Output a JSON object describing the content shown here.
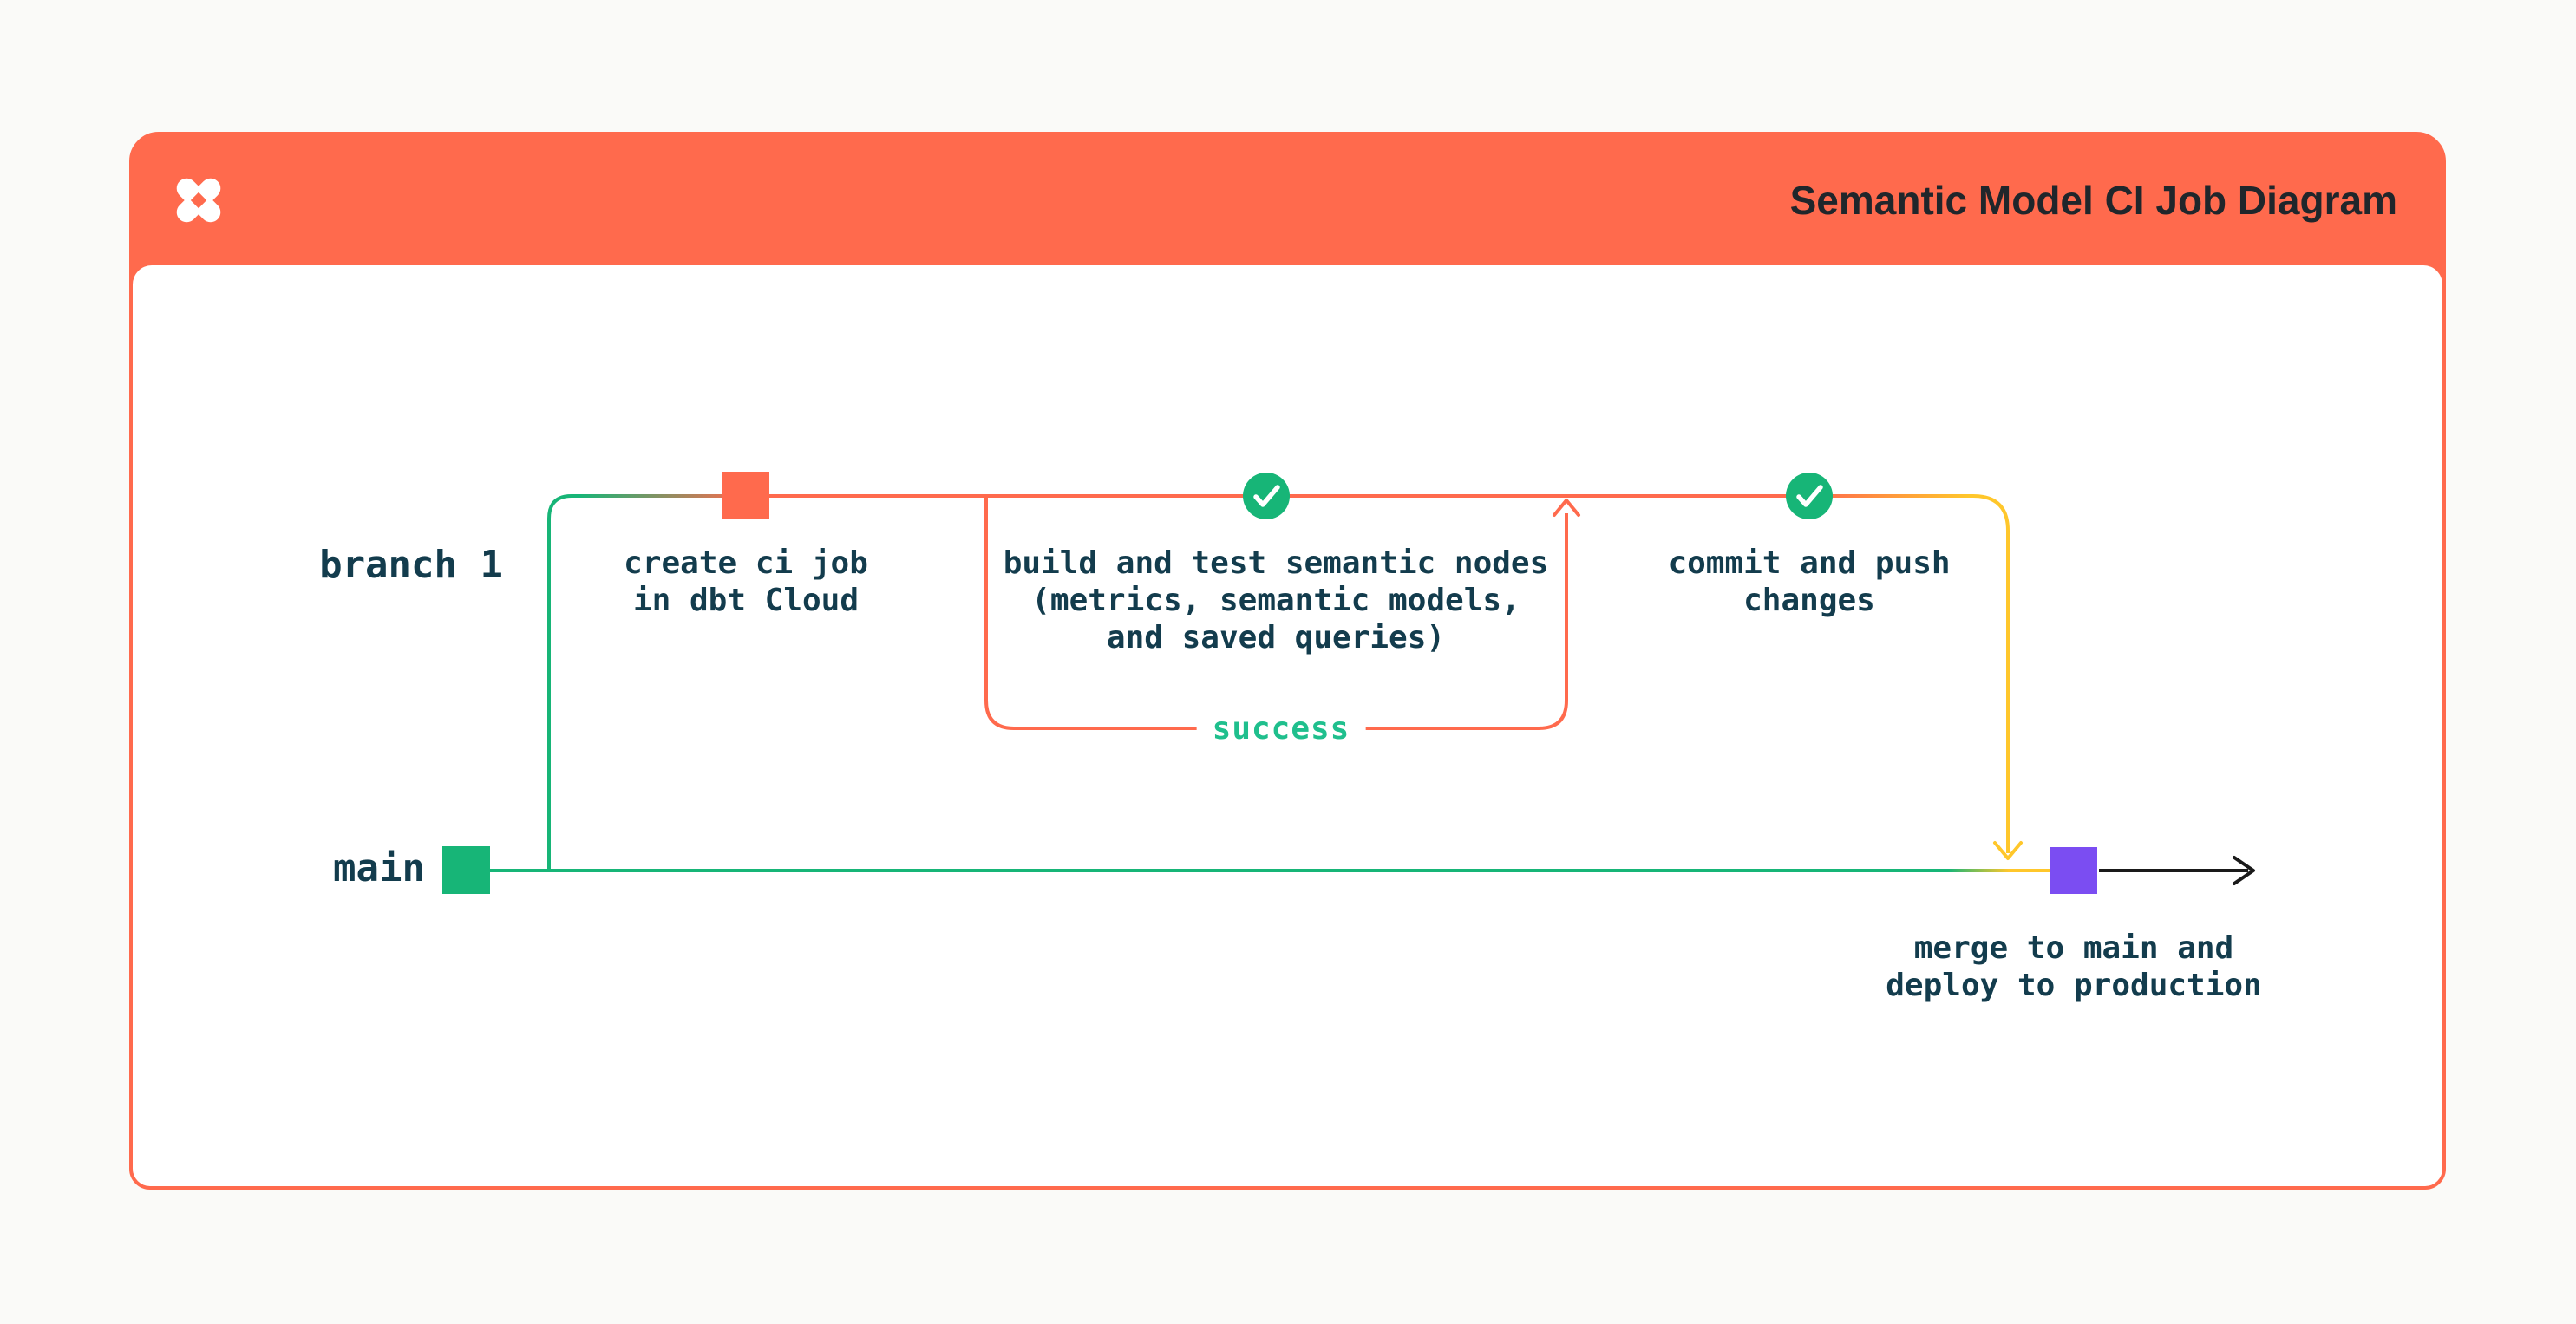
{
  "theme": {
    "page_bg": "#FAFAF8",
    "coral": "#FF6A4D",
    "green": "#17B577",
    "success_green": "#1FBF8D",
    "yellow": "#FFC72B",
    "purple": "#7B4DF2",
    "ink": "#133C4D",
    "arrow_black": "#1A1A1A",
    "title_ink": "#20262B",
    "white": "#FFFFFF"
  },
  "header": {
    "title": "Semantic Model CI Job Diagram",
    "logo": "dbt-logo"
  },
  "diagram": {
    "lanes": {
      "branch": "branch 1",
      "main": "main"
    },
    "steps": {
      "create_ci": {
        "line1": "create ci job",
        "line2": "in dbt Cloud"
      },
      "build_test": {
        "line1": "build and test semantic nodes",
        "line2": "(metrics, semantic models,",
        "line3": "and saved queries)"
      },
      "commit_push": {
        "line1": "commit and push",
        "line2": "changes"
      },
      "merge_deploy": {
        "line1": "merge to main and",
        "line2": "deploy to production"
      }
    },
    "loop": {
      "label": "success"
    },
    "markers": {
      "main_start": "green-square-commit",
      "create_ci": "orange-square-commit",
      "build_test": "check-circle",
      "commit_push": "check-circle",
      "merge_deploy": "purple-square-commit"
    }
  }
}
